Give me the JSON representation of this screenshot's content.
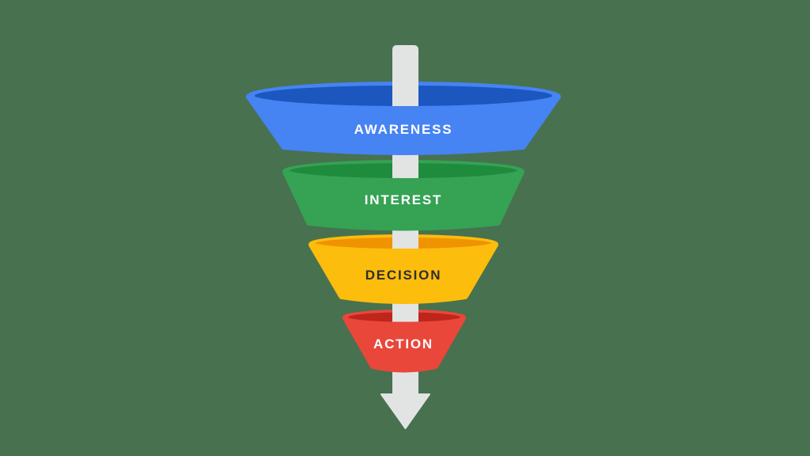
{
  "background_color": "#48714F",
  "arrow": {
    "icon": "down-arrow",
    "color": "#E2E4E3"
  },
  "stages": [
    {
      "label": "AWARENESS",
      "body_color": "#4683F3",
      "rim_color": "#1B57BF",
      "label_color": "#FFFFFF"
    },
    {
      "label": "INTEREST",
      "body_color": "#35A254",
      "rim_color": "#1F8B3D",
      "label_color": "#FFFFFF"
    },
    {
      "label": "DECISION",
      "body_color": "#FCBD0D",
      "rim_color": "#F09300",
      "label_color": "#2E2E2E"
    },
    {
      "label": "ACTION",
      "body_color": "#E8473A",
      "rim_color": "#BE261D",
      "label_color": "#FFFFFF"
    }
  ]
}
